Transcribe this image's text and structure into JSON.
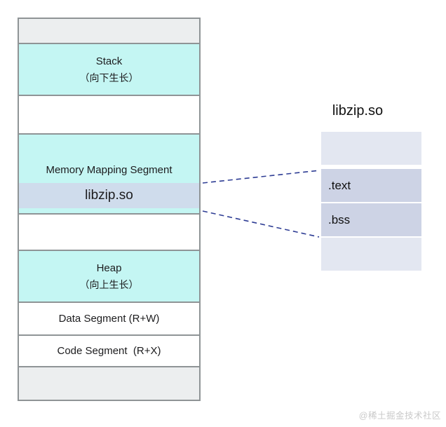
{
  "memory_map": {
    "stack": {
      "label": "Stack",
      "sublabel": "（向下生长）"
    },
    "mms": {
      "label": "Memory Mapping Segment",
      "lib_label": "libzip.so"
    },
    "heap": {
      "label": "Heap",
      "sublabel": "（向上生长）"
    },
    "data_segment": {
      "label": "Data Segment (R+W)"
    },
    "code_segment": {
      "label": "Code Segment  (R+X)"
    }
  },
  "library": {
    "title": "libzip.so",
    "sections": [
      {
        "label": ""
      },
      {
        "label": ".text"
      },
      {
        "label": ".bss"
      },
      {
        "label": ""
      }
    ]
  },
  "watermark": "@稀土掘金技术社区",
  "colors": {
    "segment_cyan": "#c4f6f3",
    "segment_gray": "#eceeef",
    "lib_band": "#cfdcec",
    "section_dark": "#cdd3e5",
    "section_light": "#e3e7f1",
    "border": "#8f9496",
    "connector": "#2e3d94",
    "watermark": "#c9c9c9"
  }
}
